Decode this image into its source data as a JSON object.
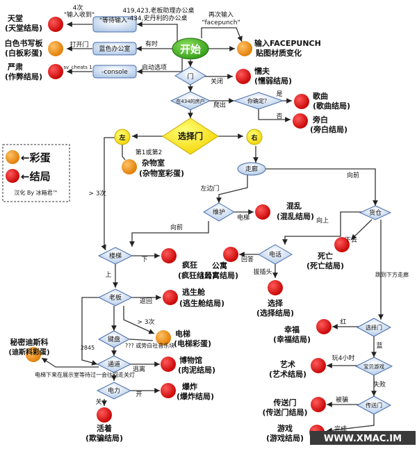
{
  "start": "开始",
  "legend": {
    "easter_egg": "←彩蛋",
    "ending": "←结局",
    "credit": "汉化 By 冰箱君™"
  },
  "watermark": "WWW.XMAC.IM",
  "nodes": {
    "door": "门",
    "in434": "在434的房户",
    "sure": "你确定？",
    "choose_door": "选择门",
    "left": "左",
    "right": "右",
    "corridor": "走廊",
    "maintenance": "维护",
    "cargo": "货仓",
    "phone": "电话",
    "stairs": "楼梯",
    "boss": "老板",
    "keyboard": "键盘",
    "passage": "通道",
    "power": "电力",
    "choose_door2": "选择门",
    "baby_game": "宝贝游戏",
    "portal": "传送门",
    "wait_input": "\"等待输入\"",
    "blue_office": "蓝色办公室",
    "console": "-console"
  },
  "endings": {
    "heaven": [
      "天堂",
      "(天堂结局)"
    ],
    "whiteboard": [
      "白色书写板",
      "(白板彩蛋)"
    ],
    "serious": [
      "严肃",
      "(作弊结局)"
    ],
    "facepunch": [
      "输入FACEPUNCH",
      "贴图材质变化"
    ],
    "coward": [
      "懦夫",
      "(懦弱结局)"
    ],
    "song": [
      "歌曲",
      "(歌曲结局)"
    ],
    "narrator": [
      "旁白",
      "(旁白结局)"
    ],
    "storage": [
      "杂物室",
      "(杂物室彩蛋)"
    ],
    "chaos": [
      "混乱",
      "(混乱结局)"
    ],
    "death": [
      "死亡",
      "(死亡结局)"
    ],
    "apartment": [
      "公寓",
      "(公寓结局)"
    ],
    "choice": [
      "选择",
      "(选择结局)"
    ],
    "madness": [
      "疯狂",
      "(疯狂结局)"
    ],
    "escape_pod": [
      "逃生舱",
      "(逃生舱结局)"
    ],
    "elevator": [
      "电梯",
      "(电梯彩蛋)"
    ],
    "museum": [
      "博物馆",
      "(肉泥结局)"
    ],
    "explosion": [
      "爆炸",
      "(爆炸结局)"
    ],
    "secret": [
      "秘密迪斯科",
      "(迪斯科彩蛋)"
    ],
    "alive": [
      "活着",
      "(欺骗结局)"
    ],
    "happy": [
      "幸福",
      "(幸福结局)"
    ],
    "art": [
      "艺术",
      "(艺术结局)"
    ],
    "portal_end": [
      "传送门",
      "(传送门结局)"
    ],
    "game": [
      "游戏",
      "(游戏结局)"
    ]
  },
  "edge_labels": {
    "four_times": "4次",
    "input_received": "\"输入收到\"",
    "boss_office": "419,423,老板助理办公桌",
    "stanley_desk": "434,史丹利的办公桌",
    "input_again": "再次输入",
    "facepunch": "\"facepunch\"",
    "open_door": "打开门",
    "sometimes": "有时",
    "sv_cheats": "sv_cheats 1",
    "launch_options": "启动选项",
    "close": "关闭",
    "leave": "爬出",
    "yes": "是",
    "no": "否",
    "first_second": "第1或第2",
    "gt3": "> 3次",
    "left_door": "左边门",
    "forward1": "向前",
    "forward2": "向前",
    "elevator_word": "电梯",
    "up": "向上",
    "down1": "下去",
    "answer": "回答",
    "unplug": "拔插头",
    "jump_down": "跳到下方走廊",
    "down2": "下",
    "up2": "上",
    "return": "返回",
    "gt3b": "> 3次",
    "n2845": "2845",
    "music_box": "??? 或旁白社音乐块",
    "away": "逃离",
    "disco_note": "电梯下来在展示室等待过一会往回走关灯",
    "off": "关",
    "on": "开",
    "red": "红",
    "blue": "蓝",
    "play4h": "玩4小时",
    "fail": "失败",
    "pushed": "被骗",
    "finish": "完成"
  }
}
